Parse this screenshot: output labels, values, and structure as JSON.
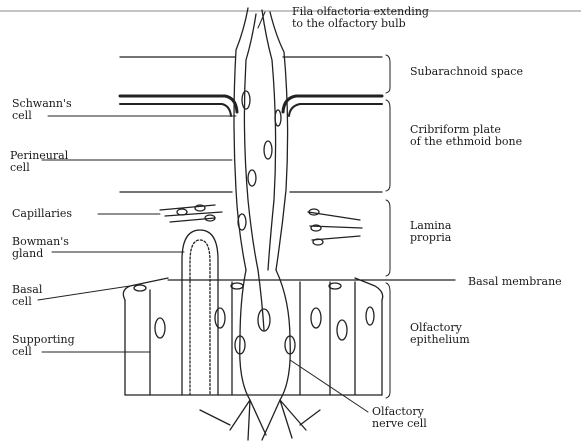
{
  "diagram": {
    "labels": {
      "fila_olfactoria": [
        "Fila olfactoria extending",
        "to the olfactory bulb"
      ],
      "subarachnoid_space": [
        "Subarachnoid space"
      ],
      "cribriform_plate": [
        "Cribriform plate",
        "of the ethmoid bone"
      ],
      "lamina_propria": [
        "Lamina",
        "propria"
      ],
      "basal_membrane": [
        "Basal membrane"
      ],
      "olfactory_epithelium": [
        "Olfactory",
        "epithelium"
      ],
      "olfactory_nerve_cell": [
        "Olfactory",
        "nerve cell"
      ],
      "schwanns_cell": [
        "Schwann's",
        "cell"
      ],
      "perineural_cell": [
        "Perineural",
        "cell"
      ],
      "capillaries": [
        "Capillaries"
      ],
      "bowmans_gland": [
        "Bowman's",
        "gland"
      ],
      "basal_cell": [
        "Basal",
        "cell"
      ],
      "supporting_cell": [
        "Supporting",
        "cell"
      ]
    }
  }
}
